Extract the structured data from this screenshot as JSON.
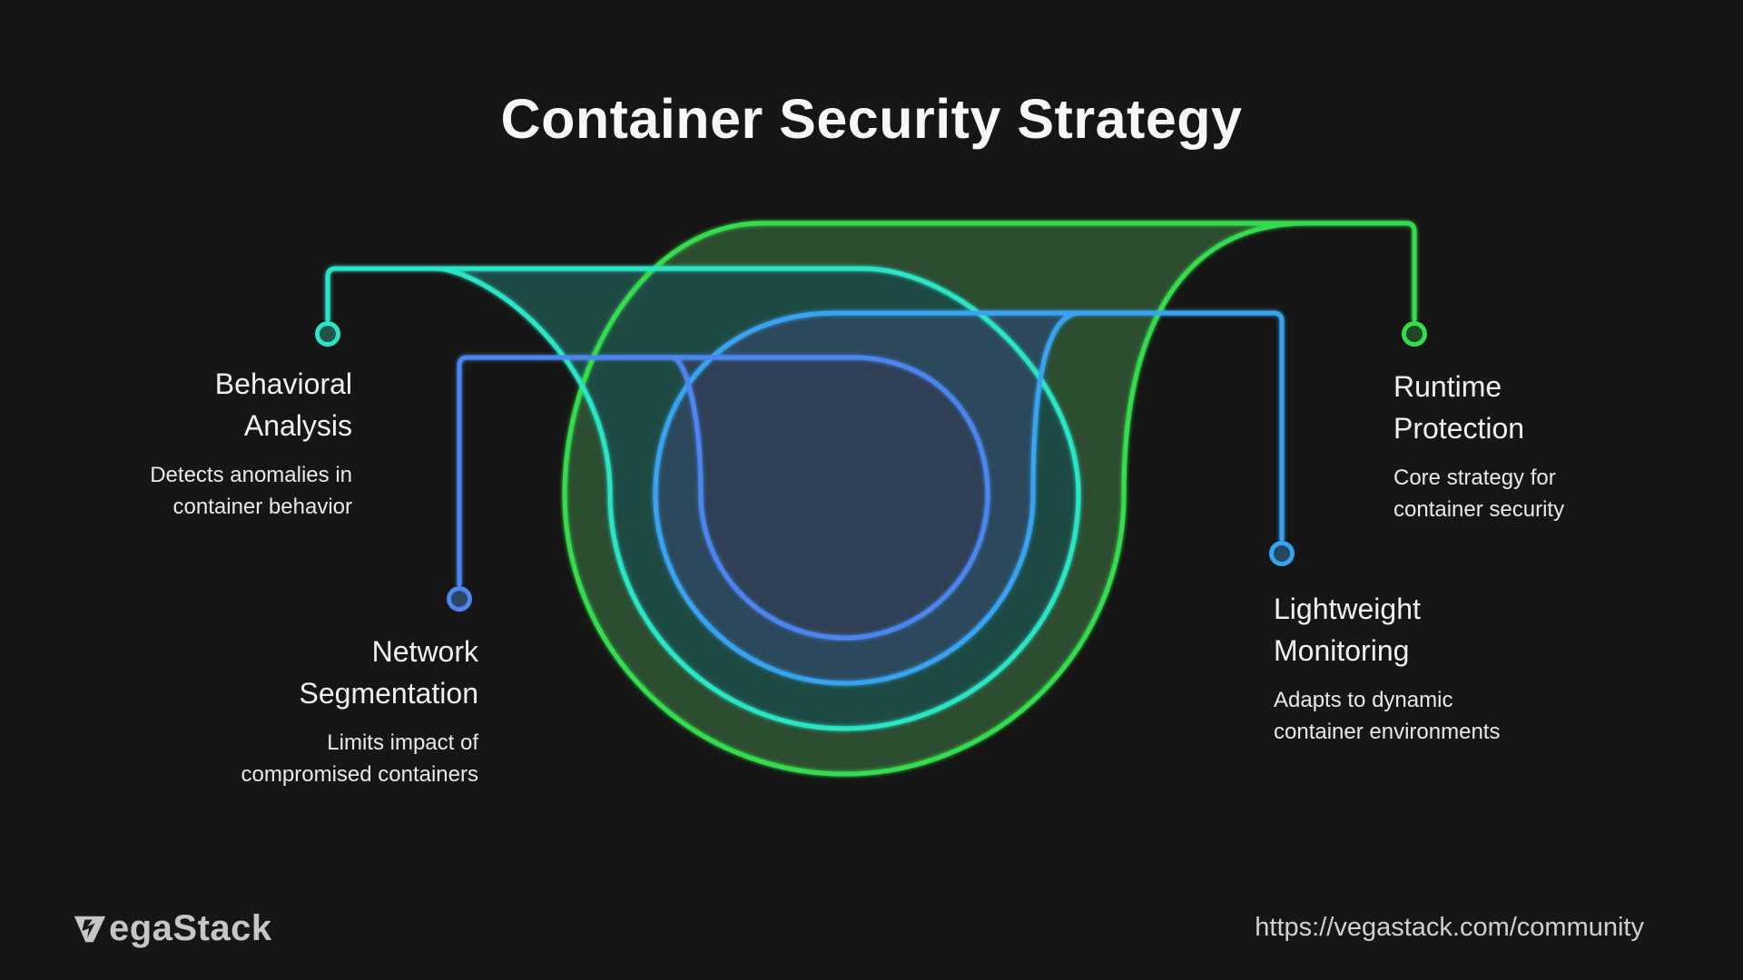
{
  "page": {
    "background": "#161616",
    "title": "Container Security Strategy"
  },
  "callouts": {
    "behavioral": {
      "title_line1": "Behavioral",
      "title_line2": "Analysis",
      "desc_line1": "Detects anomalies in",
      "desc_line2": "container behavior",
      "accent": "teal",
      "align": "right"
    },
    "network": {
      "title_line1": "Network",
      "title_line2": "Segmentation",
      "desc_line1": "Limits impact of",
      "desc_line2": "compromised containers",
      "accent": "blue",
      "align": "right"
    },
    "runtime": {
      "title_line1": "Runtime",
      "title_line2": "Protection",
      "desc_line1": "Core strategy for",
      "desc_line2": "container security",
      "accent": "green",
      "align": "left"
    },
    "lightweight": {
      "title_line1": "Lightweight",
      "title_line2": "Monitoring",
      "desc_line1": "Adapts to dynamic",
      "desc_line2": "container environments",
      "accent": "light_blue",
      "align": "left"
    }
  },
  "colors": {
    "background": "#161616",
    "green": "#35dc4e",
    "green_fill": "#2d4d31",
    "green_dark": "#1e4627",
    "teal": "#2be5c5",
    "teal_fill": "#1e4a44",
    "teal_dark": "#23544a",
    "light_blue": "#38a3f1",
    "light_blue_fill": "#2c485c",
    "light_blue_dark": "#264760",
    "blue": "#4c86f0",
    "blue_fill": "#2f4056",
    "blue_dark": "#2e4663",
    "text_primary": "#f1f1f1",
    "text_secondary": "#e9e9e9"
  },
  "footer": {
    "brand_rest": "egaStack",
    "brand_full": "VegaStack",
    "url": "https://vegastack.com/community"
  }
}
